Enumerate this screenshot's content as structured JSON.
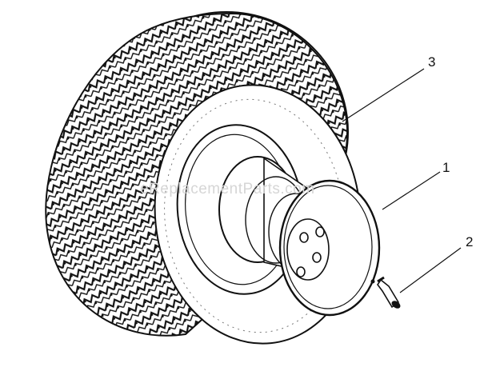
{
  "diagram": {
    "parts": [
      {
        "number": "3",
        "part": "tire"
      },
      {
        "number": "1",
        "part": "wheel-rim"
      },
      {
        "number": "2",
        "part": "valve-stem"
      }
    ],
    "watermark": "eReplacementParts.com",
    "colors": {
      "ink": "#111111",
      "paper": "#ffffff",
      "watermark": "#d6d6d6"
    }
  }
}
